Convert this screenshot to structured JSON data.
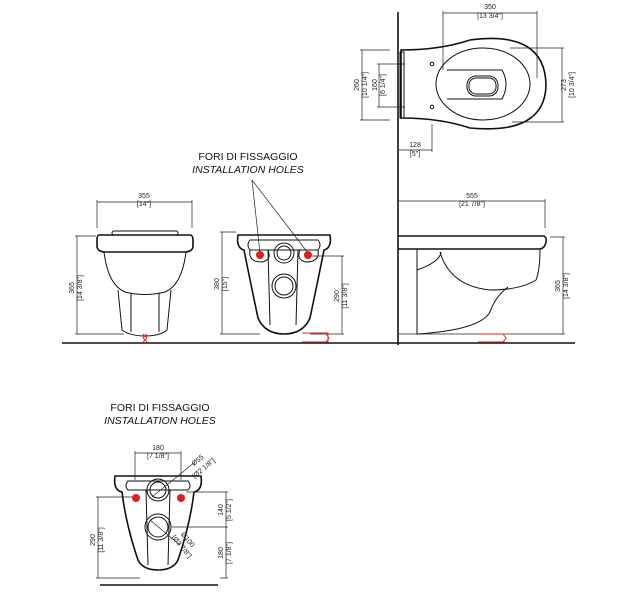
{
  "labels": {
    "top_it": "FORI DI FISSAGGIO",
    "top_en": "INSTALLATION HOLES",
    "bottom_it": "FORI DI FISSAGGIO",
    "bottom_en": "INSTALLATION HOLES"
  },
  "top_view": {
    "width": {
      "mm": "350",
      "in": "[13 3/4\"]"
    },
    "depth": {
      "mm": "273",
      "in": "[10 3/4\"]"
    },
    "bracket_outer": {
      "mm": "260",
      "in": "[10 1/4\"]"
    },
    "bracket_inner": {
      "mm": "160",
      "in": "[6 1/4\"]"
    },
    "hole_offset": {
      "mm": "128",
      "in": "[5\"]"
    }
  },
  "front_view": {
    "width": {
      "mm": "355",
      "in": "[14\"]"
    },
    "height": {
      "mm": "365",
      "in": "[14 3/8\"]"
    }
  },
  "back_view": {
    "height": {
      "mm": "380",
      "in": "[15\"]"
    },
    "hole_height": {
      "mm": "290",
      "in": "[11 3/8\"]"
    }
  },
  "side_view": {
    "length": {
      "mm": "555",
      "in": "[21 7/8\"]"
    },
    "height": {
      "mm": "365",
      "in": "[14 3/8\"]"
    }
  },
  "detail_view": {
    "hole_spacing": {
      "mm": "180",
      "in": "[7 1/8\"]"
    },
    "inlet_dia": {
      "mm": "Ø55",
      "in": "[Ø2 1/8\"]"
    },
    "outlet_dia": {
      "mm": "Ø100",
      "in": "[Ø3 7/8\"]"
    },
    "vertical_gap": {
      "mm": "140",
      "in": "[5 1/2\"]"
    },
    "outlet_height": {
      "mm": "180",
      "in": "[7 1/8\"]"
    },
    "hole_height": {
      "mm": "290",
      "in": "[11 3/8\"]"
    }
  },
  "colors": {
    "fixing_hole": "#e02020",
    "line": "#111111"
  }
}
